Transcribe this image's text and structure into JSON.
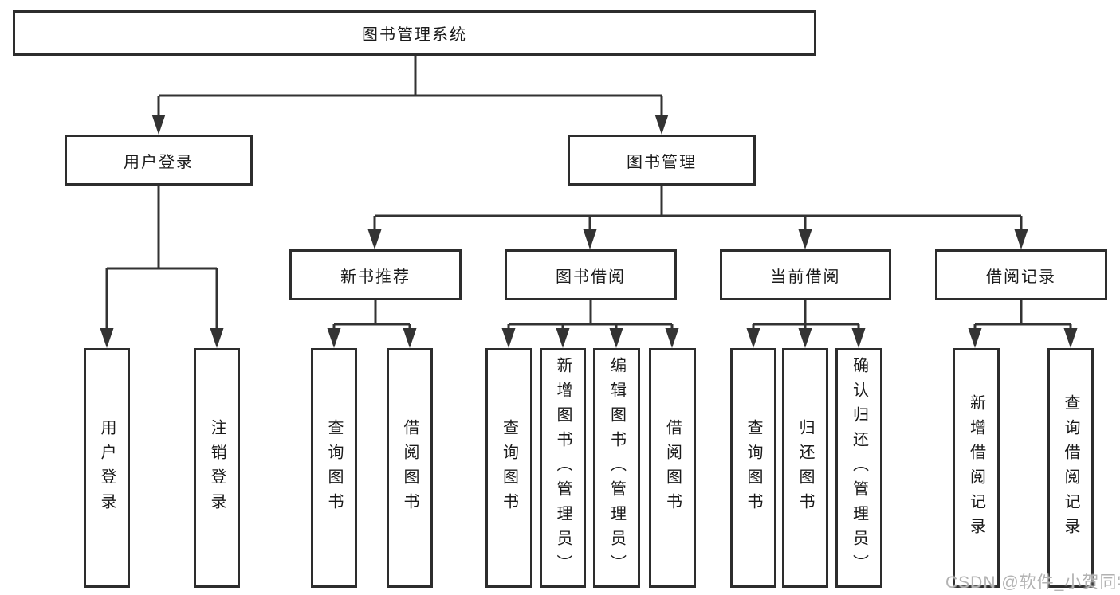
{
  "diagram": {
    "title": "图书管理系统",
    "branches": [
      {
        "label": "用户登录",
        "children": [
          {
            "label": "用户登录"
          },
          {
            "label": "注销登录"
          }
        ]
      },
      {
        "label": "图书管理",
        "children": [
          {
            "label": "新书推荐",
            "children": [
              {
                "label": "查询图书"
              },
              {
                "label": "借阅图书"
              }
            ]
          },
          {
            "label": "图书借阅",
            "children": [
              {
                "label": "查询图书"
              },
              {
                "label": "新增图书（管理员）"
              },
              {
                "label": "编辑图书（管理员）"
              },
              {
                "label": "借阅图书"
              }
            ]
          },
          {
            "label": "当前借阅",
            "children": [
              {
                "label": "查询图书"
              },
              {
                "label": "归还图书"
              },
              {
                "label": "确认归还（管理员）"
              }
            ]
          },
          {
            "label": "借阅记录",
            "children": [
              {
                "label": "新增借阅记录"
              },
              {
                "label": "查询借阅记录"
              }
            ]
          }
        ]
      }
    ]
  },
  "watermark": {
    "text": "CSDN @软件_小贺同学"
  },
  "colors": {
    "line": "#333333",
    "border": "#2d2d2d",
    "text": "#1a1a1a",
    "watermark": "#b2b2b2",
    "background": "#ffffff"
  }
}
